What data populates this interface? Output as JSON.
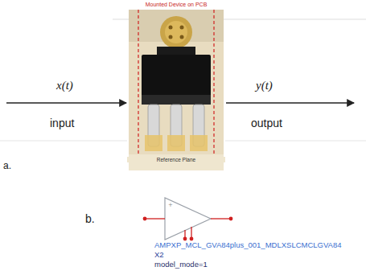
{
  "diagram": {
    "nodes": [
      {
        "text": [
          "Mounted Device on PCB",
          "Reference Plane"
        ]
      },
      {
        "text": [
          "AMPXP_MCL_GVA84plus_001_MDLXSLCMCLGVA84",
          "X2",
          "model_mode=1"
        ]
      }
    ],
    "labels": [
      "x(t)",
      "input",
      "y(t)",
      "output",
      "a.",
      "b."
    ]
  }
}
